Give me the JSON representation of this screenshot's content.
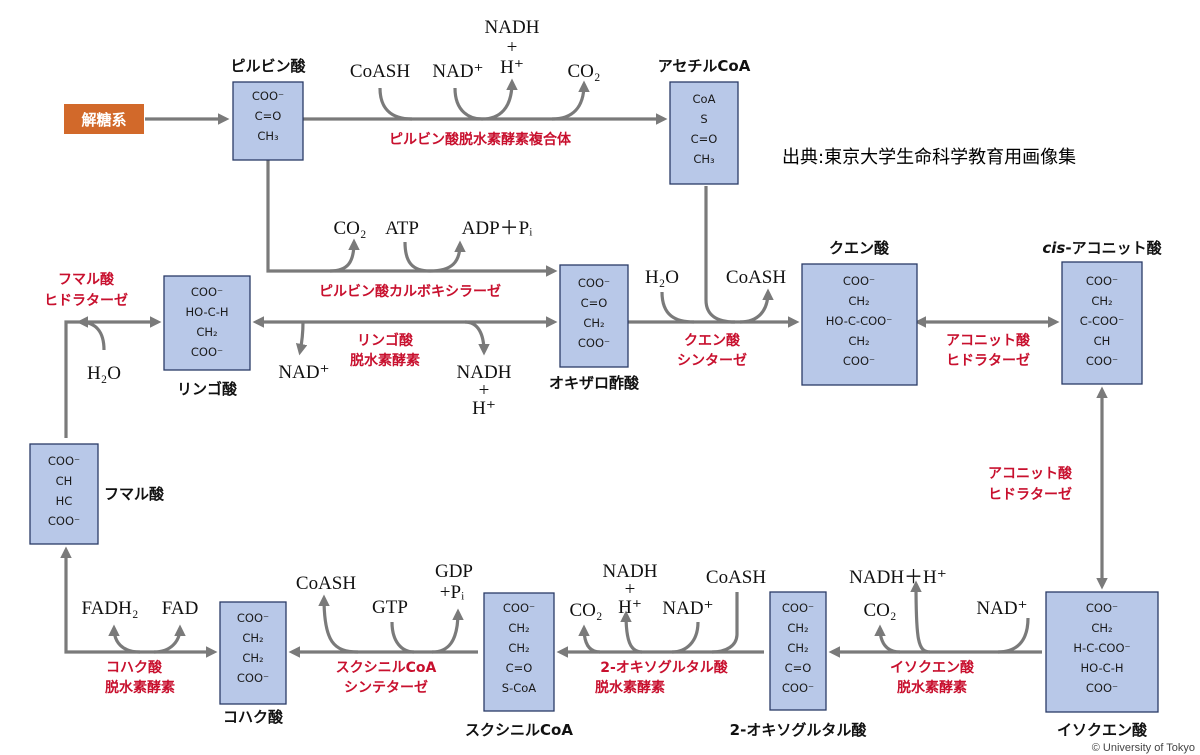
{
  "source": "出典:東京大学生命科学教育用画像集",
  "copyright": "© University of Tokyo",
  "glycolysis": "解糖系",
  "molecules": {
    "pyruvate": {
      "name": "ピルビン酸",
      "formula": [
        "COO⁻",
        "C=O",
        "CH₃"
      ]
    },
    "acetyl_coa": {
      "name": "アセチルCoA",
      "formula": [
        "CoA",
        "S",
        "C=O",
        "CH₃"
      ]
    },
    "oxaloacetate": {
      "name": "オキザロ酢酸",
      "formula": [
        "COO⁻",
        "C=O",
        "CH₂",
        "COO⁻"
      ]
    },
    "citrate": {
      "name": "クエン酸",
      "formula": [
        "COO⁻",
        "CH₂",
        "HO-C-COO⁻",
        "CH₂",
        "COO⁻"
      ]
    },
    "cis_aconitate": {
      "name_prefix": "cis",
      "name_rest": "-アコニット酸",
      "formula": [
        "COO⁻",
        "CH₂",
        "C-COO⁻",
        "CH",
        "COO⁻"
      ]
    },
    "isocitrate": {
      "name": "イソクエン酸",
      "formula": [
        "COO⁻",
        "CH₂",
        "H-C-COO⁻",
        "HO-C-H",
        "COO⁻"
      ]
    },
    "oxoglutarate": {
      "name": "2-オキソグルタル酸",
      "formula": [
        "COO⁻",
        "CH₂",
        "CH₂",
        "C=O",
        "COO⁻"
      ]
    },
    "succinyl_coa": {
      "name": "スクシニルCoA",
      "formula": [
        "COO⁻",
        "CH₂",
        "CH₂",
        "C=O",
        "S-CoA"
      ]
    },
    "succinate": {
      "name": "コハク酸",
      "formula": [
        "COO⁻",
        "CH₂",
        "CH₂",
        "COO⁻"
      ]
    },
    "fumarate": {
      "name": "フマル酸",
      "formula": [
        "COO⁻",
        "CH",
        "HC",
        "COO⁻"
      ]
    },
    "malate": {
      "name": "リンゴ酸",
      "formula": [
        "COO⁻",
        "HO-C-H",
        "CH₂",
        "COO⁻"
      ]
    }
  },
  "enzymes": {
    "pdh": "ピルビン酸脱水素酵素複合体",
    "pyruvate_carboxylase": "ピルビン酸カルボキシラーゼ",
    "malate_dh": [
      "リンゴ酸",
      "脱水素酵素"
    ],
    "citrate_synthase": [
      "クエン酸",
      "シンターゼ"
    ],
    "aconitase_1": [
      "アコニット酸",
      "ヒドラターゼ"
    ],
    "aconitase_2": [
      "アコニット酸",
      "ヒドラターゼ"
    ],
    "fumarase": [
      "フマル酸",
      "ヒドラターゼ"
    ],
    "isocitrate_dh": [
      "イソクエン酸",
      "脱水素酵素"
    ],
    "oxoglutarate_dh": [
      "2-オキソグルタル酸",
      "脱水素酵素"
    ],
    "succinyl_coa_synthetase": [
      "スクシニルCoA",
      "シンテターゼ"
    ],
    "succinate_dh": [
      "コハク酸",
      "脱水素酵素"
    ]
  },
  "cofactors": {
    "pdh_coash": "CoASH",
    "pdh_nad": "NAD⁺",
    "pdh_nadh": [
      "NADH",
      "+",
      "H⁺"
    ],
    "pdh_co2": "CO₂",
    "pc_co2": "CO₂",
    "pc_atp": "ATP",
    "pc_adp": "ADP＋Pᵢ",
    "mdh_nad": "NAD⁺",
    "mdh_nadh": [
      "NADH",
      "+",
      "H⁺"
    ],
    "cs_h2o": "H₂O",
    "cs_coash": "CoASH",
    "fum_h2o": "H₂O",
    "idh_co2": "CO₂",
    "idh_nadh": "NADH＋H⁺",
    "idh_nad": "NAD⁺",
    "ogdh_co2": "CO₂",
    "ogdh_nadh": [
      "NADH",
      "+",
      "H⁺"
    ],
    "ogdh_nad": "NAD⁺",
    "ogdh_coash": "CoASH",
    "scs_coash": "CoASH",
    "scs_gtp": "GTP",
    "scs_gdp": [
      "GDP",
      "+Pᵢ"
    ],
    "sdh_fadh2": "FADH₂",
    "sdh_fad": "FAD"
  },
  "colors": {
    "box_fill": "#b8c8e8",
    "arrow": "#7a7a7a",
    "enzyme": "#c8102e",
    "glycolysis": "#d2692a"
  }
}
